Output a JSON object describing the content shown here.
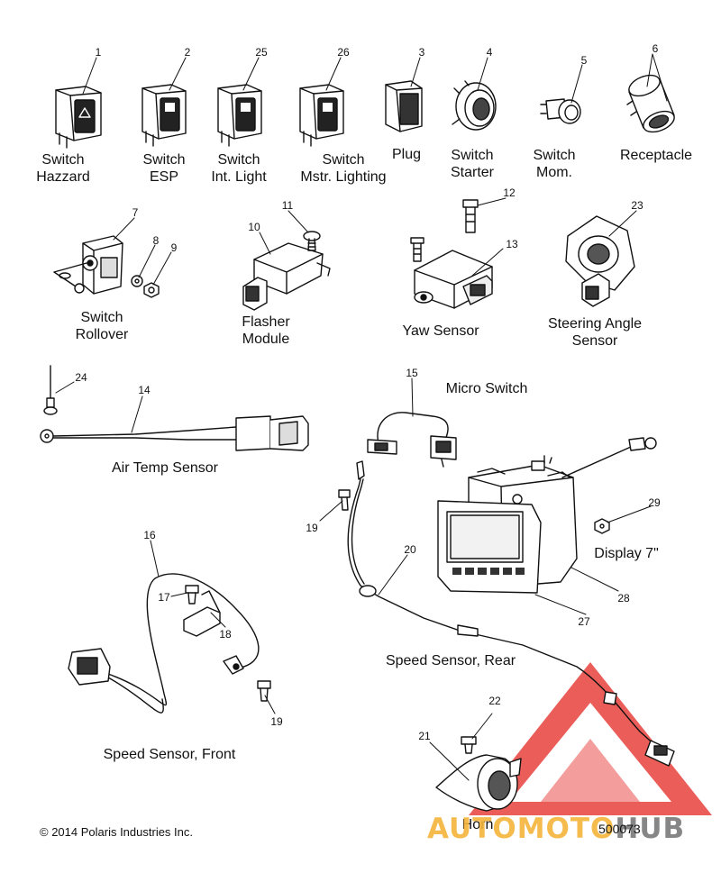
{
  "labels": {
    "switch_hazzard": "Switch\nHazzard",
    "switch_esp": "Switch\nESP",
    "switch_int_light": "Switch\nInt. Light",
    "switch_mstr_lighting": "Switch\nMstr. Lighting",
    "plug": "Plug",
    "switch_starter": "Switch\nStarter",
    "switch_mom": "Switch\nMom.",
    "receptacle": "Receptacle",
    "switch_rollover": "Switch\nRollover",
    "flasher_module": "Flasher\nModule",
    "yaw_sensor": "Yaw Sensor",
    "steering_angle_sensor": "Steering Angle\nSensor",
    "micro_switch": "Micro Switch",
    "air_temp_sensor": "Air Temp Sensor",
    "display_7": "Display 7\"",
    "speed_sensor_rear": "Speed Sensor, Rear",
    "speed_sensor_front": "Speed Sensor, Front",
    "horn": "Horn"
  },
  "callouts": {
    "c1": "1",
    "c2": "2",
    "c25": "25",
    "c26": "26",
    "c3": "3",
    "c4": "4",
    "c5": "5",
    "c6": "6",
    "c7": "7",
    "c8": "8",
    "c9": "9",
    "c10": "10",
    "c11": "11",
    "c12": "12",
    "c13": "13",
    "c23": "23",
    "c24": "24",
    "c14": "14",
    "c15": "15",
    "c19a": "19",
    "c20": "20",
    "c29": "29",
    "c28": "28",
    "c27": "27",
    "c16": "16",
    "c17": "17",
    "c18": "18",
    "c19b": "19",
    "c22": "22",
    "c21": "21"
  },
  "footer": {
    "copyright": "© 2014 Polaris Industries Inc.",
    "figure_id": "500073"
  },
  "watermark": {
    "part1": "AUTOMOTO",
    "part2": "HUB",
    "colors": {
      "red": "#e8413c",
      "orange": "#f4b43a",
      "gray": "#7a7a7a"
    }
  }
}
